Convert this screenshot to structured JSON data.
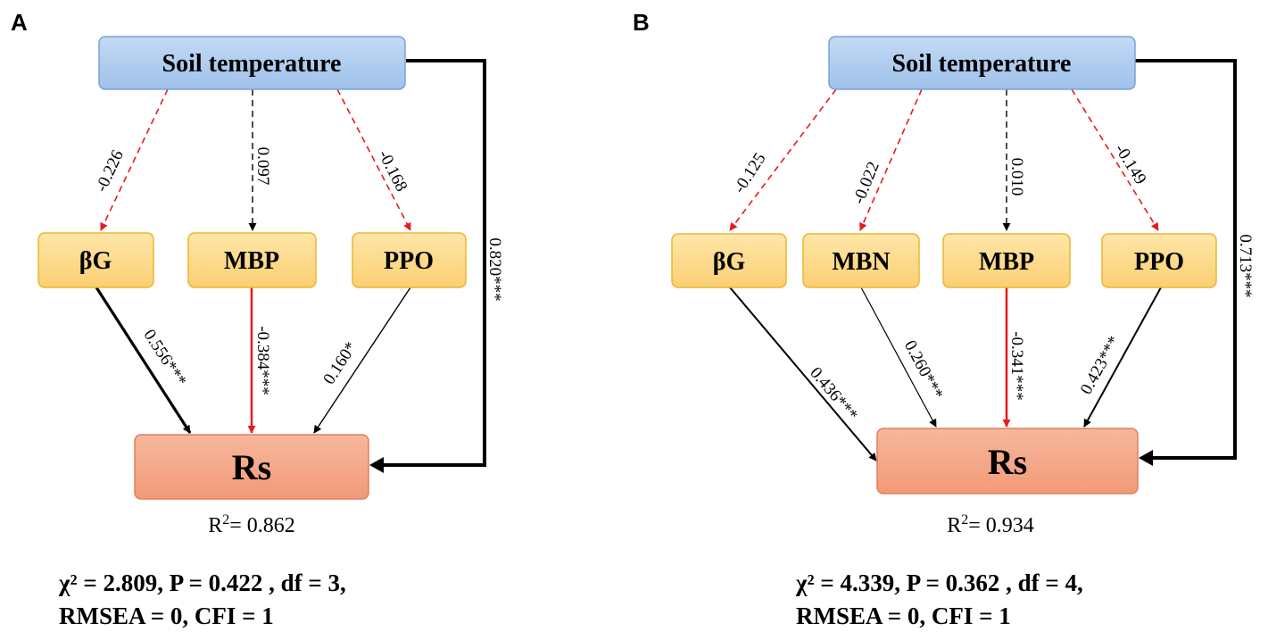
{
  "panels": [
    {
      "letter": "A",
      "top_node": "Soil temperature",
      "mid_nodes": [
        "βG",
        "MBP",
        "PPO"
      ],
      "bottom_node": "Rs",
      "coef_top_to_mid": [
        "-0.226",
        "0.097",
        "-0.168"
      ],
      "coef_mid_to_bottom": [
        "0.556***",
        "-0.384***",
        "0.160*"
      ],
      "coef_top_to_bottom": "0.820***",
      "r2_prefix": "R",
      "r2_sup": "2",
      "r2_value": "= 0.862",
      "fit_line1": "χ² = 2.809,  P = 0.422 , df = 3,",
      "fit_line2": "RMSEA = 0, CFI = 1"
    },
    {
      "letter": "B",
      "top_node": "Soil temperature",
      "mid_nodes": [
        "βG",
        "MBN",
        "MBP",
        "PPO"
      ],
      "bottom_node": "Rs",
      "coef_top_to_mid": [
        "-0.125",
        "-0.022",
        "0.010",
        "-0.149"
      ],
      "coef_mid_to_bottom": [
        "0.436***",
        "0.260***",
        "-0.341***",
        "0.423***"
      ],
      "coef_top_to_bottom": "0.713***",
      "r2_prefix": "R",
      "r2_sup": "2",
      "r2_value": "= 0.934",
      "fit_line1": "χ² = 4.339,  P = 0.362 , df = 4,",
      "fit_line2": "RMSEA = 0, CFI = 1"
    }
  ],
  "colors": {
    "negative_path": "#e8191c",
    "positive_path": "#000000",
    "top_box": "#a9c8ec",
    "mid_box": "#fcd583",
    "rs_box": "#f4a486"
  }
}
